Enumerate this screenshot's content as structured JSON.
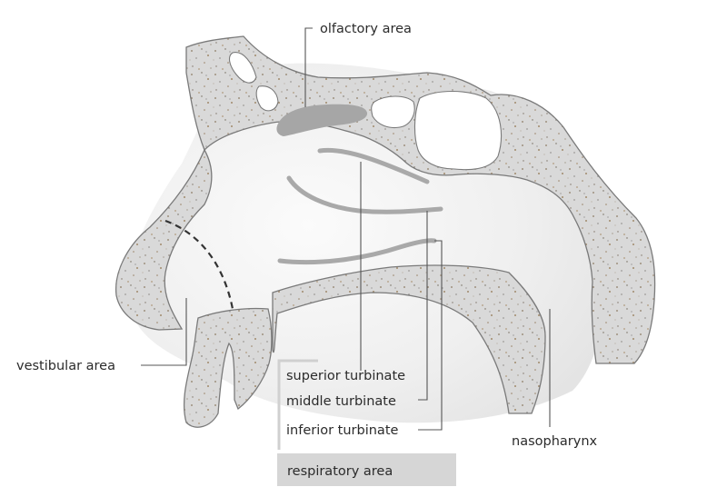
{
  "diagram": {
    "labels": {
      "olfactory": "olfactory area",
      "vestibular": "vestibular area",
      "superior": "superior turbinate",
      "middle": "middle turbinate",
      "inferior": "inferior turbinate",
      "respiratory": "respiratory area",
      "nasopharynx": "nasopharynx"
    },
    "colors": {
      "bone": "#d9d9d9",
      "bone_outline": "#7a7a7a",
      "cavity": "#eeeeee",
      "olfactory_patch": "#a6a6a6",
      "turbinate": "#a9a9a9",
      "respiratory_box": "#d6d6d6",
      "speckle": "#9a8a72"
    },
    "vestibular_boundary_style": "dashed"
  }
}
